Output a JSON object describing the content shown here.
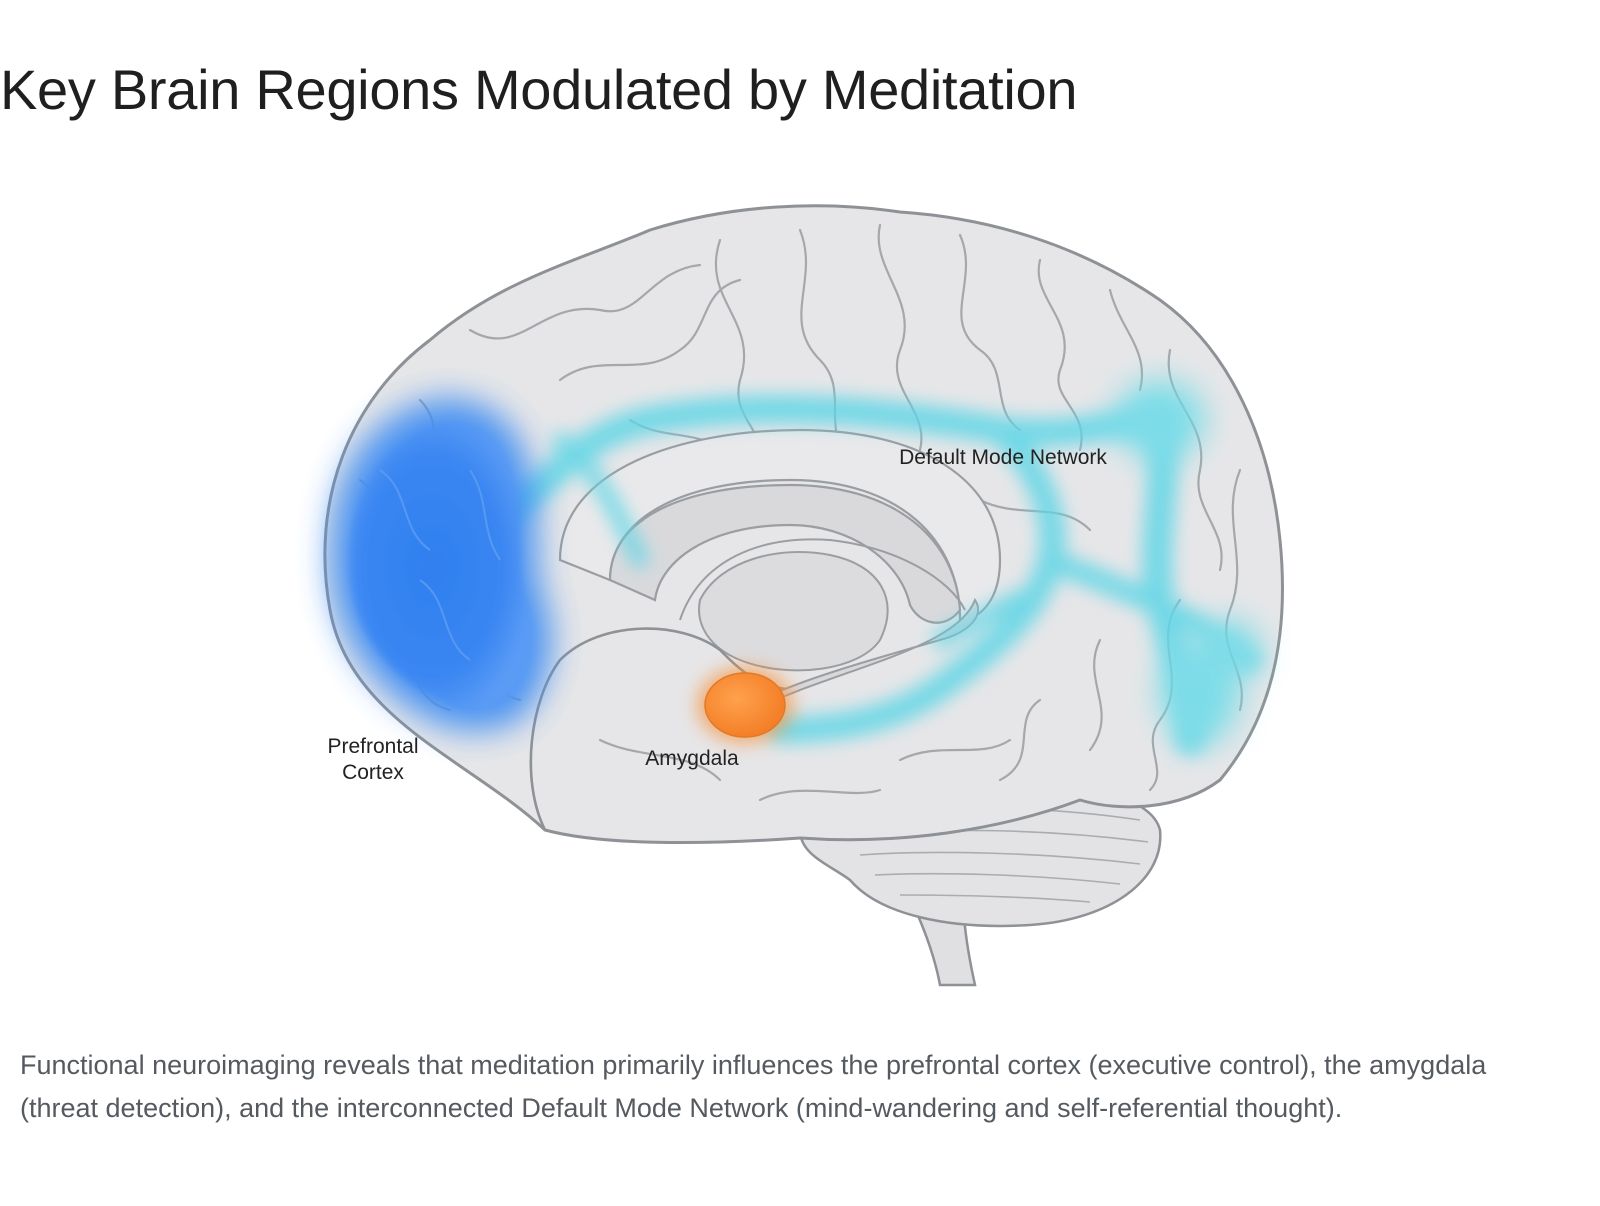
{
  "header": {
    "title": "Key Brain Regions Modulated by Meditation"
  },
  "diagram": {
    "labels": {
      "prefrontal_line1": "Prefrontal",
      "prefrontal_line2": "Cortex",
      "amygdala": "Amygdala",
      "dmn": "Default Mode Network"
    },
    "colors": {
      "prefrontal": "#2f7ff0",
      "amygdala": "#f7913a",
      "dmn": "#5fd6e6",
      "brain_fill": "#e6e6e8",
      "brain_outline": "#8e9296"
    }
  },
  "caption": {
    "text": "Functional neuroimaging reveals that meditation primarily influences the prefrontal cortex (executive control), the amygdala (threat detection), and the interconnected Default Mode Network (mind-wandering and self-referential thought)."
  }
}
